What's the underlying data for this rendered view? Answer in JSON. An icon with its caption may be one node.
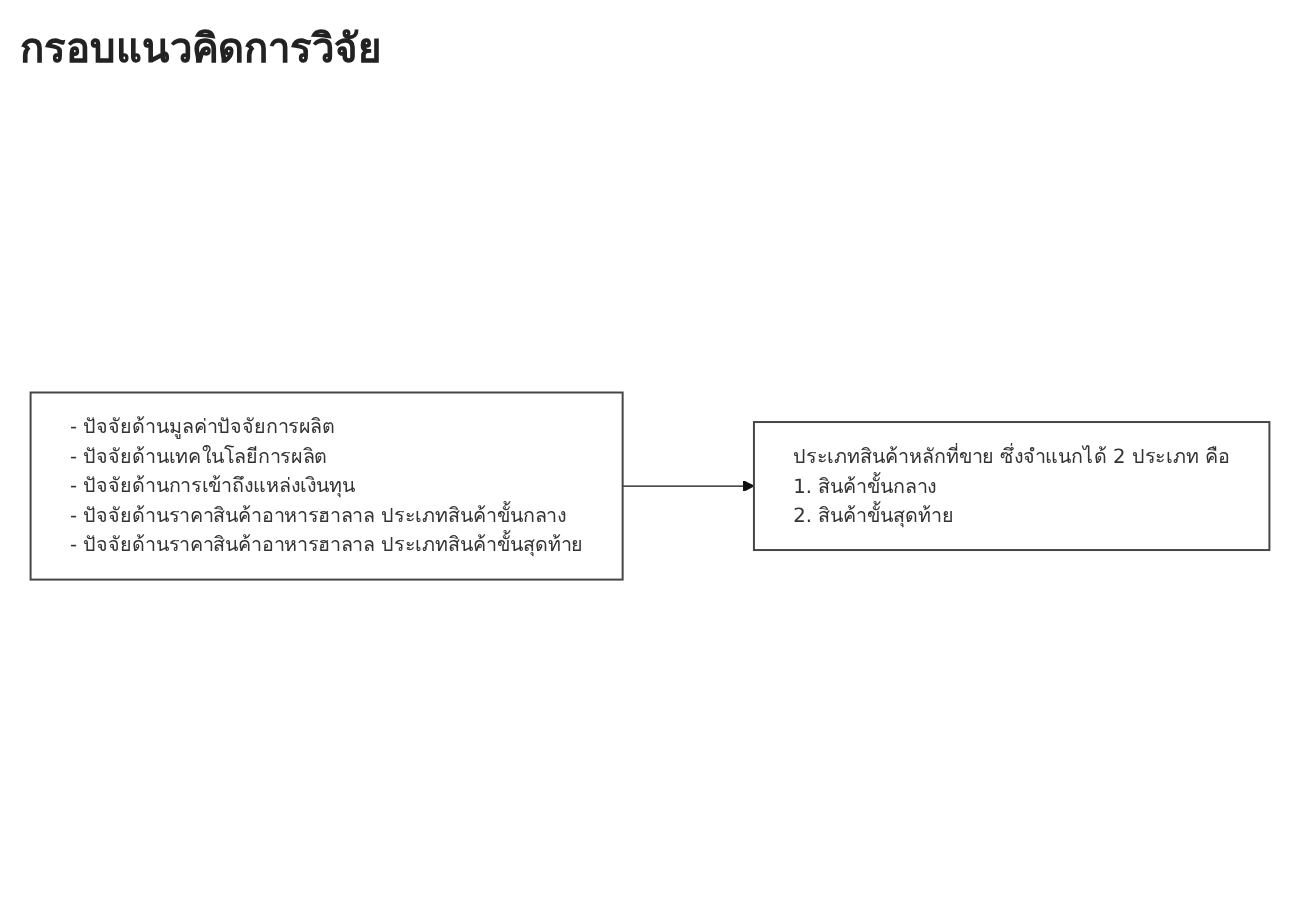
{
  "diagram": {
    "title": "กรอบแนวคิดการวิจัย",
    "nodes": [
      {
        "text": [
          "- ปัจจัยด้านมูลค่าปัจจัยการผลิต",
          "- ปัจจัยด้านเทคในโลยีการผลิต",
          "- ปัจจัยด้านการเข้าถึงแหล่งเงินทุน",
          "- ปัจจัยด้านราคาสินค้าอาหารฮาลาล ประเภทสินค้าขั้นกลาง",
          "- ปัจจัยด้านราคาสินค้าอาหารฮาลาล ประเภทสินค้าขั้นสุดท้าย"
        ]
      },
      {
        "text": [
          "ประเภทสินค้าหลักที่ขาย ซึ่งจำแนกได้ 2 ประเภท คือ",
          "1. สินค้าขั้นกลาง",
          "2. สินค้าขั้นสุดท้าย"
        ]
      }
    ],
    "edges": [
      {
        "from": 0,
        "to": 1,
        "arrow": "to"
      }
    ]
  }
}
